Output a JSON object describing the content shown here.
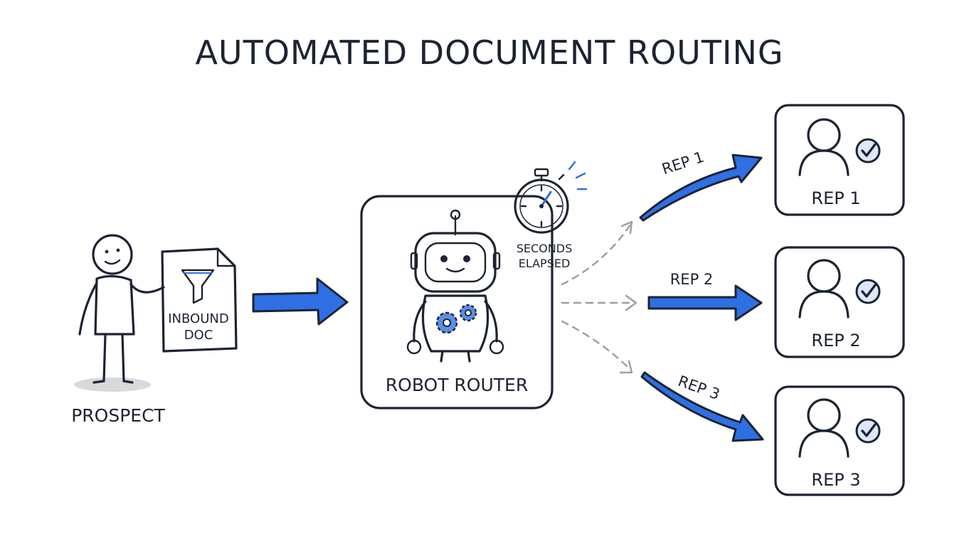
{
  "title": "AUTOMATED DOCUMENT ROUTING",
  "prospect": {
    "label": "PROSPECT"
  },
  "document": {
    "line1": "INBOUND",
    "line2": "DOC"
  },
  "router": {
    "label": "ROBOT ROUTER"
  },
  "timer": {
    "line1": "SECONDS",
    "line2": "ELAPSED"
  },
  "routes": [
    {
      "arrow_label": "REP 1"
    },
    {
      "arrow_label": "REP 2"
    },
    {
      "arrow_label": "REP 3"
    }
  ],
  "reps": [
    {
      "label": "REP 1"
    },
    {
      "label": "REP 2"
    },
    {
      "label": "REP 3"
    }
  ],
  "colors": {
    "ink": "#1c2431",
    "accent_blue": "#2f6fe4",
    "router_fill": "#dbe7fb",
    "dashed_gray": "#9a9ea5",
    "check_fill": "#dde8fa"
  }
}
